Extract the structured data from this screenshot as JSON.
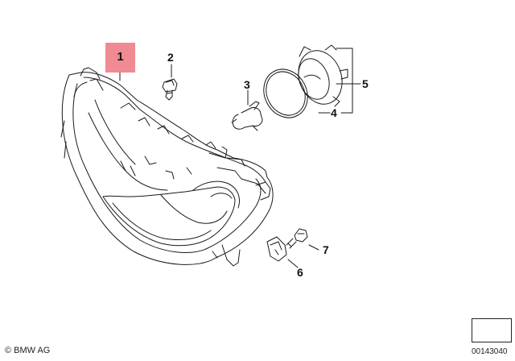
{
  "diagram": {
    "callouts": {
      "c1": "1",
      "c2": "2",
      "c3": "3",
      "c4": "4",
      "c5": "5",
      "c6": "6",
      "c7": "7"
    },
    "highlighted_callout": "1",
    "highlight_color": "#f08a93",
    "line_color": "#1a1a1a"
  },
  "footer": {
    "copyright_symbol": "©",
    "copyright_text": "BMW AG",
    "reference_number": "00143040"
  }
}
